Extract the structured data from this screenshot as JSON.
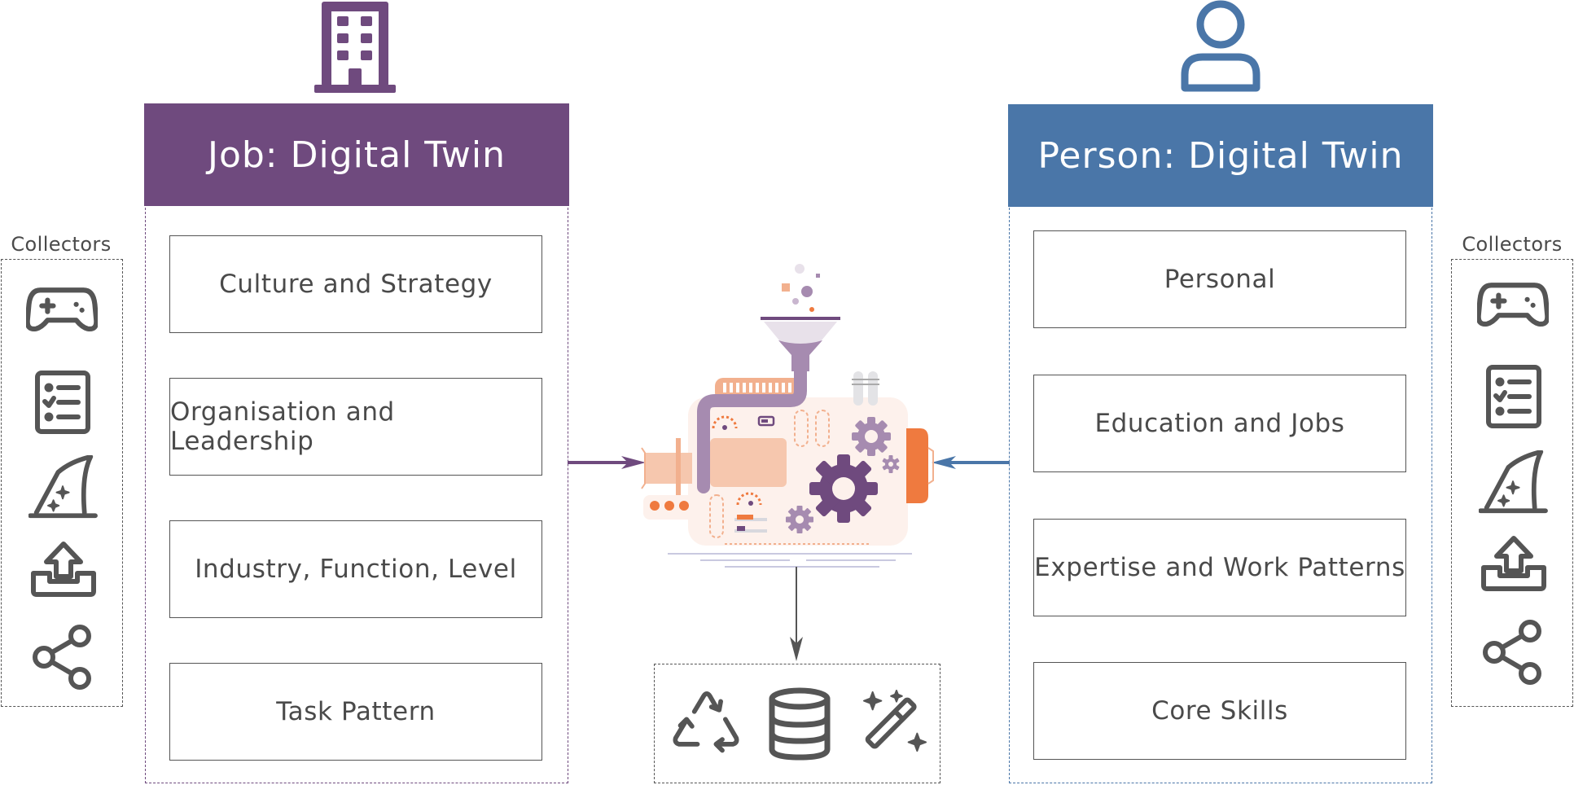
{
  "job_twin": {
    "title": "Job: Digital Twin",
    "color": "#6f4a7e",
    "items": [
      "Culture and Strategy",
      "Organisation and Leadership",
      "Industry, Function, Level",
      "Task Pattern"
    ],
    "icon": "building-icon"
  },
  "person_twin": {
    "title": "Person: Digital Twin",
    "color": "#4a76a8",
    "items": [
      "Personal",
      "Education and Jobs",
      "Expertise and Work Patterns",
      "Core Skills"
    ],
    "icon": "person-icon"
  },
  "collectors_left": {
    "label": "Collectors",
    "icons": [
      "gamepad-icon",
      "checklist-icon",
      "wizard-hat-icon",
      "upload-tray-icon",
      "share-icon"
    ]
  },
  "collectors_right": {
    "label": "Collectors",
    "icons": [
      "gamepad-icon",
      "checklist-icon",
      "wizard-hat-icon",
      "upload-tray-icon",
      "share-icon"
    ]
  },
  "machine": {
    "icon": "processing-machine-icon"
  },
  "outputs": {
    "icons": [
      "recycle-icon",
      "database-icon",
      "magic-wand-icon"
    ]
  },
  "colors": {
    "icon_gray": "#555555",
    "accent_orange": "#ef7a3f",
    "text": "#4a4a4a"
  }
}
